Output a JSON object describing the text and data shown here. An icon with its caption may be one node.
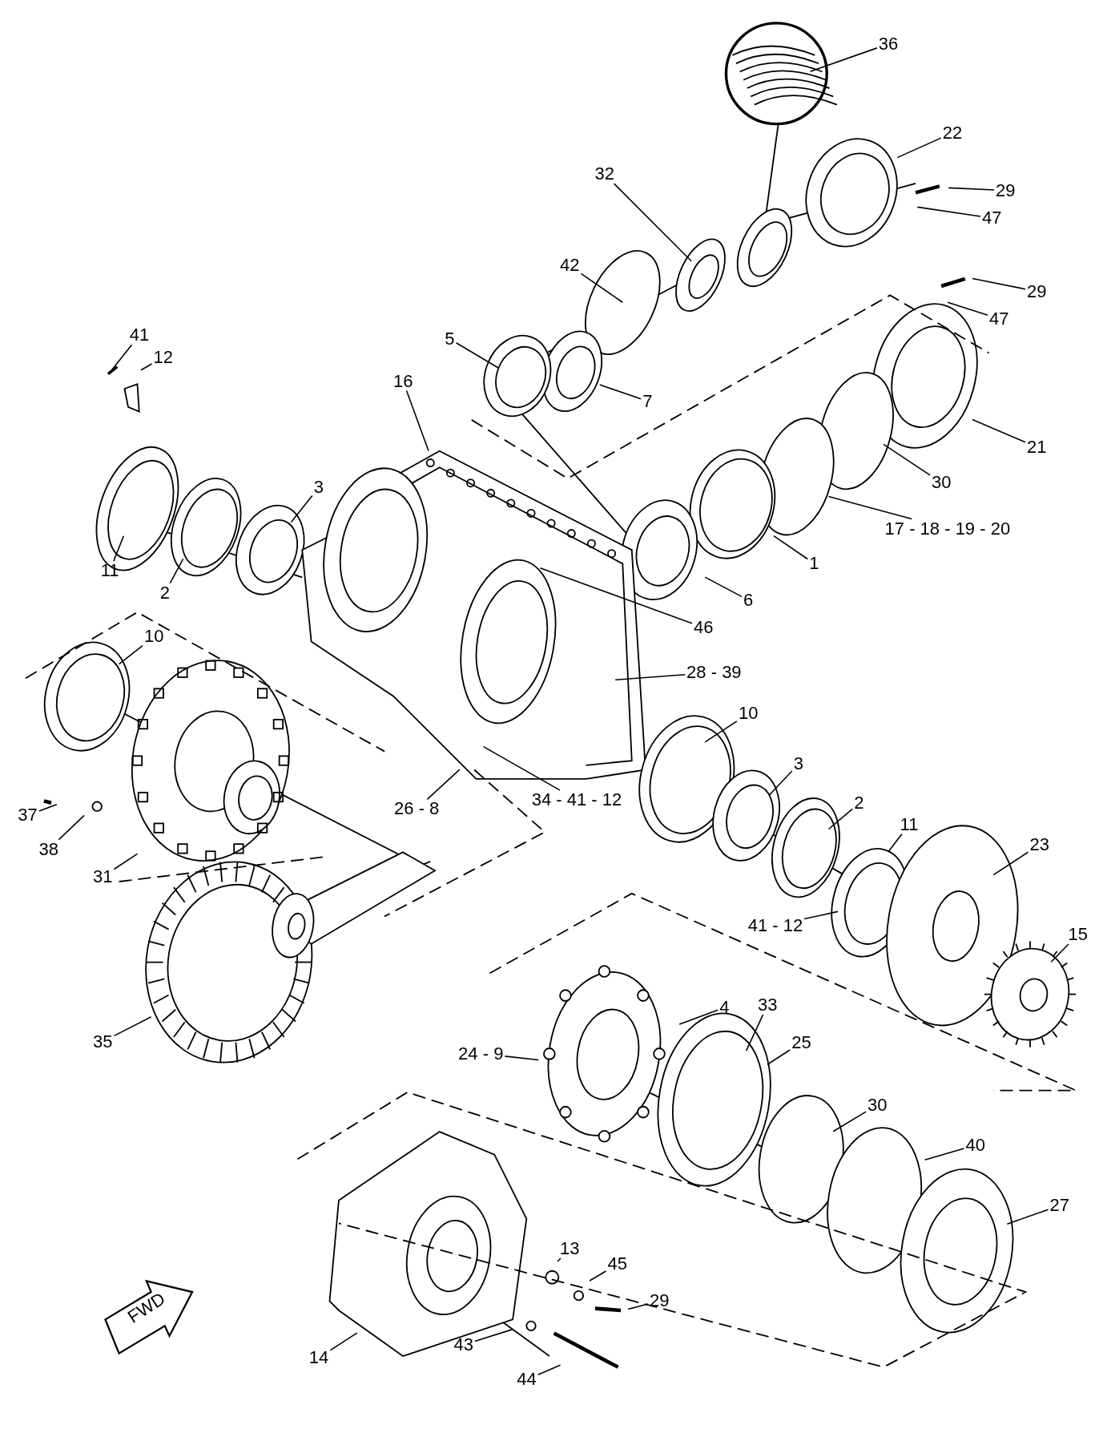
{
  "diagram": {
    "nodes": [
      {
        "text": [
          "36"
        ]
      },
      {
        "text": [
          "22"
        ]
      },
      {
        "text": [
          "29"
        ]
      },
      {
        "text": [
          "47"
        ]
      },
      {
        "text": [
          "32"
        ]
      },
      {
        "text": [
          "42"
        ]
      },
      {
        "text": [
          "29"
        ]
      },
      {
        "text": [
          "47"
        ]
      },
      {
        "text": [
          "5"
        ]
      },
      {
        "text": [
          "7"
        ]
      },
      {
        "text": [
          "41"
        ]
      },
      {
        "text": [
          "12"
        ]
      },
      {
        "text": [
          "16"
        ]
      },
      {
        "text": [
          "21"
        ]
      },
      {
        "text": [
          "30"
        ]
      },
      {
        "text": [
          "3"
        ]
      },
      {
        "text": [
          "17 - 18 - 19 - 20"
        ]
      },
      {
        "text": [
          "11"
        ]
      },
      {
        "text": [
          "2"
        ]
      },
      {
        "text": [
          "1"
        ]
      },
      {
        "text": [
          "46"
        ]
      },
      {
        "text": [
          "6"
        ]
      },
      {
        "text": [
          "10"
        ]
      },
      {
        "text": [
          "28 - 39"
        ]
      },
      {
        "text": [
          "10"
        ]
      },
      {
        "text": [
          "3"
        ]
      },
      {
        "text": [
          "2"
        ]
      },
      {
        "text": [
          "26 - 8"
        ]
      },
      {
        "text": [
          "34 - 41 - 12"
        ]
      },
      {
        "text": [
          "11"
        ]
      },
      {
        "text": [
          "37"
        ]
      },
      {
        "text": [
          "38"
        ]
      },
      {
        "text": [
          "31"
        ]
      },
      {
        "text": [
          "23"
        ]
      },
      {
        "text": [
          "41 - 12"
        ]
      },
      {
        "text": [
          "15"
        ]
      },
      {
        "text": [
          "35"
        ]
      },
      {
        "text": [
          "4"
        ]
      },
      {
        "text": [
          "33"
        ]
      },
      {
        "text": [
          "24 - 9"
        ]
      },
      {
        "text": [
          "25"
        ]
      },
      {
        "text": [
          "30"
        ]
      },
      {
        "text": [
          "40"
        ]
      },
      {
        "text": [
          "27"
        ]
      },
      {
        "text": [
          "13"
        ]
      },
      {
        "text": [
          "45"
        ]
      },
      {
        "text": [
          "29"
        ]
      },
      {
        "text": [
          "14"
        ]
      },
      {
        "text": [
          "43"
        ]
      },
      {
        "text": [
          "44"
        ]
      },
      {
        "text": [
          "FWD"
        ]
      }
    ],
    "edges": [
      {
        "from": 0,
        "to": null,
        "arrow": "none"
      },
      {
        "from": 1,
        "to": null,
        "arrow": "none"
      },
      {
        "from": 2,
        "to": null,
        "arrow": "none"
      },
      {
        "from": 3,
        "to": null,
        "arrow": "none"
      },
      {
        "from": 4,
        "to": null,
        "arrow": "none"
      },
      {
        "from": 5,
        "to": null,
        "arrow": "none"
      },
      {
        "from": 6,
        "to": null,
        "arrow": "none"
      },
      {
        "from": 7,
        "to": null,
        "arrow": "none"
      },
      {
        "from": 8,
        "to": null,
        "arrow": "none"
      },
      {
        "from": 9,
        "to": null,
        "arrow": "none"
      },
      {
        "from": 10,
        "to": null,
        "arrow": "none"
      },
      {
        "from": 11,
        "to": null,
        "arrow": "none"
      },
      {
        "from": 12,
        "to": null,
        "arrow": "none"
      },
      {
        "from": 13,
        "to": null,
        "arrow": "none"
      },
      {
        "from": 14,
        "to": null,
        "arrow": "none"
      },
      {
        "from": 15,
        "to": null,
        "arrow": "none"
      },
      {
        "from": 16,
        "to": null,
        "arrow": "none"
      },
      {
        "from": 17,
        "to": null,
        "arrow": "none"
      },
      {
        "from": 18,
        "to": null,
        "arrow": "none"
      },
      {
        "from": 19,
        "to": null,
        "arrow": "none"
      },
      {
        "from": 20,
        "to": null,
        "arrow": "none"
      },
      {
        "from": 21,
        "to": null,
        "arrow": "none"
      },
      {
        "from": 22,
        "to": null,
        "arrow": "none"
      },
      {
        "from": 23,
        "to": null,
        "arrow": "none"
      },
      {
        "from": 24,
        "to": null,
        "arrow": "none"
      },
      {
        "from": 25,
        "to": null,
        "arrow": "none"
      },
      {
        "from": 26,
        "to": null,
        "arrow": "none"
      },
      {
        "from": 27,
        "to": null,
        "arrow": "none"
      },
      {
        "from": 28,
        "to": null,
        "arrow": "none"
      },
      {
        "from": 29,
        "to": null,
        "arrow": "none"
      },
      {
        "from": 30,
        "to": null,
        "arrow": "none"
      },
      {
        "from": 31,
        "to": null,
        "arrow": "none"
      },
      {
        "from": 32,
        "to": null,
        "arrow": "none"
      },
      {
        "from": 33,
        "to": null,
        "arrow": "none"
      },
      {
        "from": 34,
        "to": null,
        "arrow": "none"
      },
      {
        "from": 35,
        "to": null,
        "arrow": "none"
      },
      {
        "from": 36,
        "to": null,
        "arrow": "none"
      },
      {
        "from": 37,
        "to": null,
        "arrow": "none"
      },
      {
        "from": 38,
        "to": null,
        "arrow": "none"
      },
      {
        "from": 39,
        "to": null,
        "arrow": "none"
      },
      {
        "from": 40,
        "to": null,
        "arrow": "none"
      },
      {
        "from": 41,
        "to": null,
        "arrow": "none"
      },
      {
        "from": 42,
        "to": null,
        "arrow": "none"
      },
      {
        "from": 43,
        "to": null,
        "arrow": "none"
      },
      {
        "from": 44,
        "to": null,
        "arrow": "none"
      },
      {
        "from": 45,
        "to": null,
        "arrow": "none"
      },
      {
        "from": 46,
        "to": null,
        "arrow": "none"
      },
      {
        "from": 47,
        "to": null,
        "arrow": "none"
      },
      {
        "from": 48,
        "to": null,
        "arrow": "none"
      },
      {
        "from": 49,
        "to": null,
        "arrow": "none"
      }
    ]
  }
}
